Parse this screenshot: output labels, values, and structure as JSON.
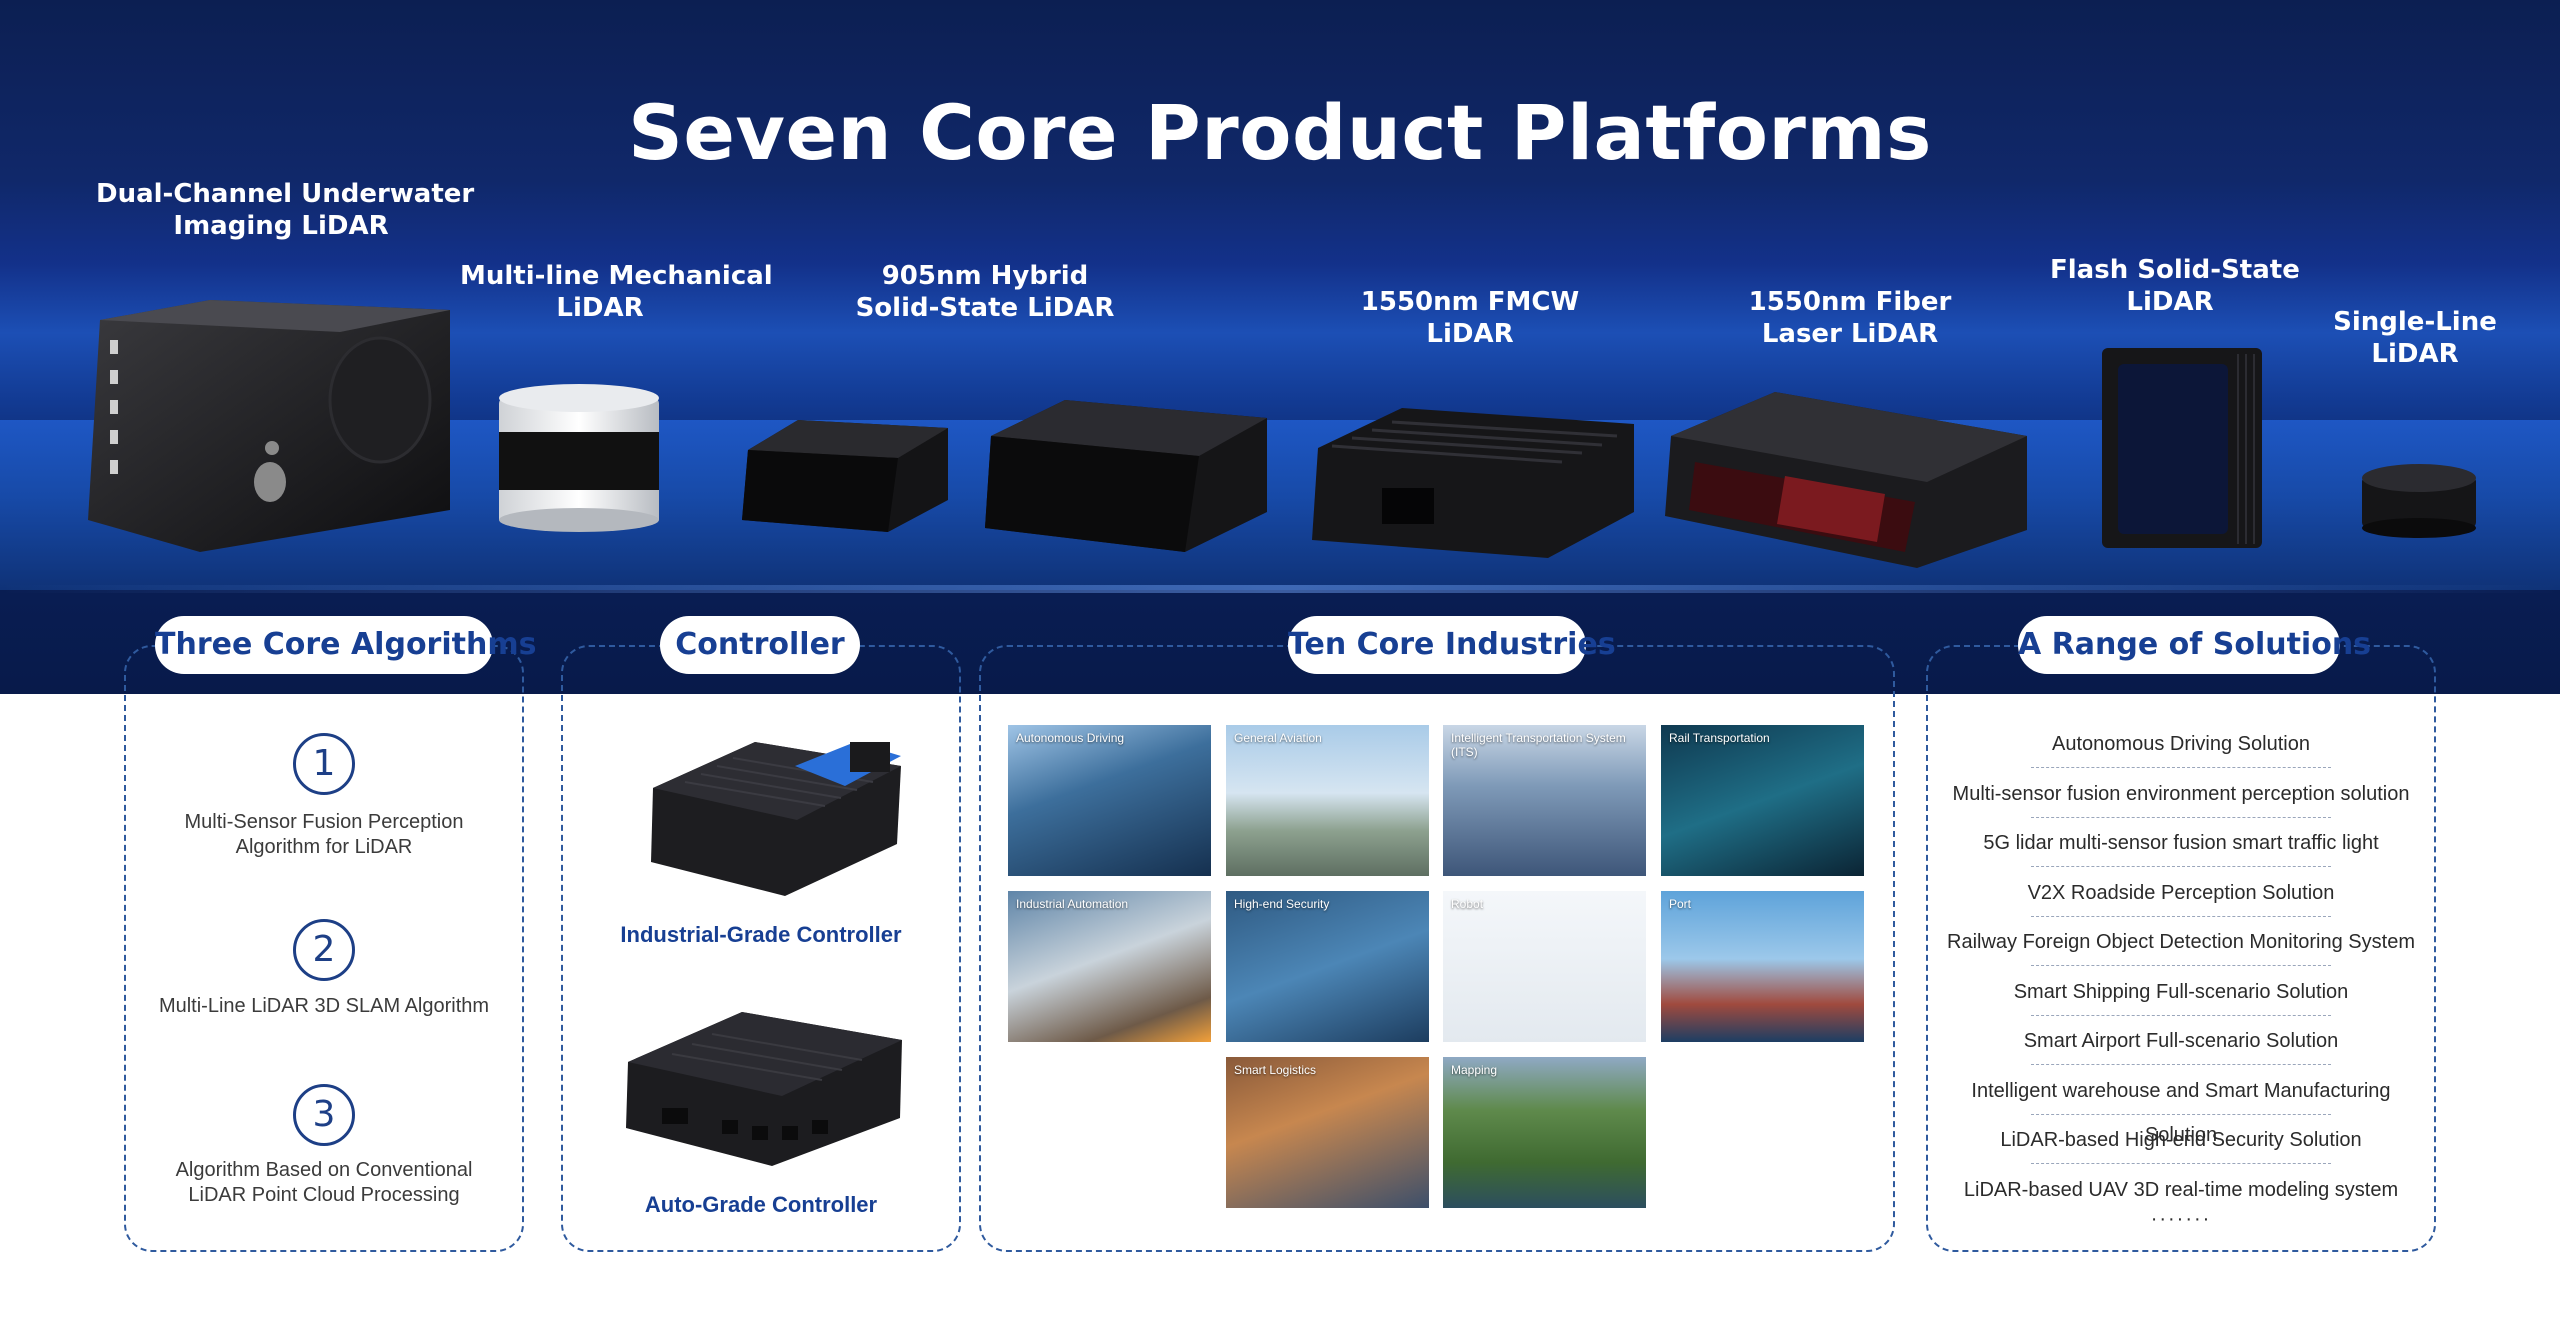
{
  "title": "Seven Core Product Platforms",
  "products": [
    {
      "line1": "Dual-Channel Underwater",
      "line2": "Imaging LiDAR"
    },
    {
      "line1": "Multi-line Mechanical",
      "line2": "LiDAR"
    },
    {
      "line1": "905nm Hybrid",
      "line2": "Solid-State LiDAR"
    },
    {
      "line1": "1550nm FMCW",
      "line2": "LiDAR"
    },
    {
      "line1": "1550nm Fiber",
      "line2": "Laser LiDAR"
    },
    {
      "line1": "Flash Solid-State",
      "line2": "LiDAR"
    },
    {
      "line1": "Single-Line",
      "line2": "LiDAR"
    }
  ],
  "sections": {
    "algorithms": {
      "title": "Three Core Algorithms",
      "items": [
        {
          "num": "1",
          "line1": "Multi-Sensor Fusion Perception",
          "line2": "Algorithm for LiDAR"
        },
        {
          "num": "2",
          "line1": "Multi-Line LiDAR 3D SLAM Algorithm",
          "line2": ""
        },
        {
          "num": "3",
          "line1": "Algorithm Based on Conventional",
          "line2": "LiDAR Point Cloud Processing"
        }
      ]
    },
    "controller": {
      "title": "Controller",
      "items": [
        {
          "label": "Industrial-Grade Controller"
        },
        {
          "label": "Auto-Grade Controller"
        }
      ]
    },
    "industries": {
      "title": "Ten Core Industries",
      "items": [
        {
          "label": "Autonomous Driving"
        },
        {
          "label": "General Aviation"
        },
        {
          "label": "Intelligent Transportation System (ITS)"
        },
        {
          "label": "Rail Transportation"
        },
        {
          "label": "Industrial Automation"
        },
        {
          "label": "High-end Security"
        },
        {
          "label": "Robot"
        },
        {
          "label": "Port"
        },
        {
          "label": "Smart Logistics"
        },
        {
          "label": "Mapping"
        }
      ]
    },
    "solutions": {
      "title": "A Range of Solutions",
      "items": [
        "Autonomous Driving Solution",
        "Multi-sensor fusion environment perception solution",
        "5G lidar multi-sensor fusion smart traffic light",
        "V2X Roadside Perception Solution",
        "Railway Foreign Object Detection Monitoring System",
        "Smart Shipping Full-scenario Solution",
        "Smart Airport Full-scenario Solution",
        "Intelligent warehouse and Smart Manufacturing Solution",
        "LiDAR-based High-end Security Solution",
        "LiDAR-based UAV 3D real-time modeling system"
      ],
      "more": "·······"
    }
  },
  "colors": {
    "banner_dark": "#0c1f52",
    "banner_mid": "#1c4fb5",
    "accent_blue": "#173f93",
    "dashed_border": "#2f5a9e"
  }
}
